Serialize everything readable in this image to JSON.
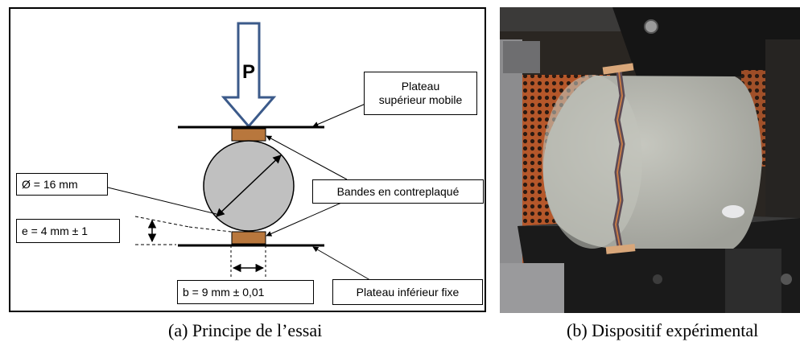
{
  "panel_a": {
    "load_label": "P",
    "top_plate_label": "Plateau\nsupérieur mobile",
    "strips_label": "Bandes en contreplaqué",
    "diameter_label": "Ø  = 16 mm",
    "thickness_label": "e = 4 mm  ± 1",
    "width_label": "b = 9 mm  ± 0,01",
    "bottom_plate_label": "Plateau inférieur fixe"
  },
  "captions": {
    "a": "(a)  Principe de l’essai",
    "b": "(b)  Dispositif expérimental"
  },
  "colors": {
    "arrow_outline": "#3b5a8a",
    "specimen_fill": "#c0c0c0",
    "strip_fill": "#b8773d",
    "photo_concrete": "#b9bab2",
    "photo_background": "#2a2622",
    "photo_perforated": "#b5572a"
  }
}
